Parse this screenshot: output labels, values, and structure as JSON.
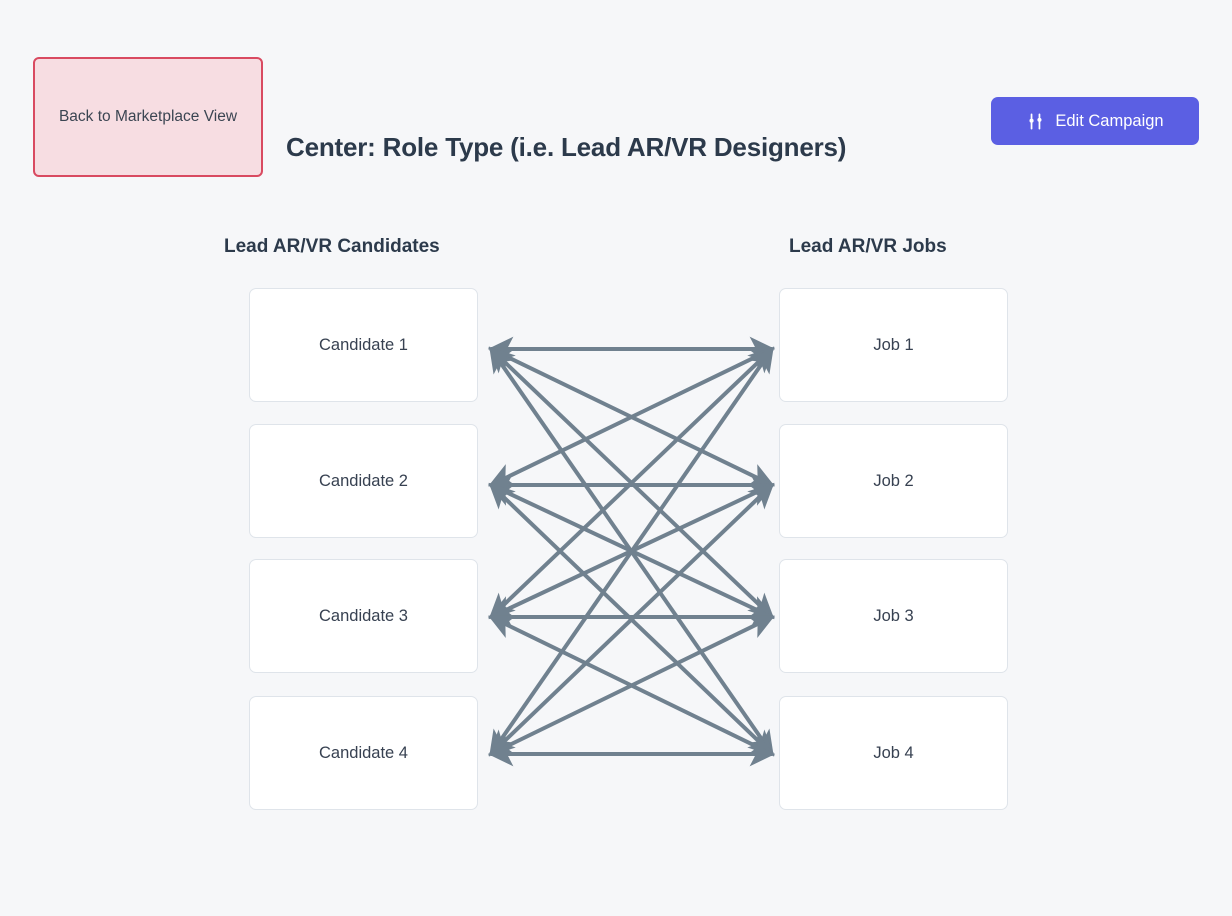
{
  "page": {
    "background_color": "#f6f7f9",
    "title": "Center: Role Type (i.e. Lead AR/VR Designers)"
  },
  "back_button": {
    "label": "Back to Marketplace View",
    "background_color": "#f7dde2",
    "border_color": "#d94a61",
    "text_color": "#3b4552"
  },
  "edit_campaign_button": {
    "label": "Edit Campaign",
    "icon": "sliders-icon",
    "background_color": "#5b5fe3",
    "text_color": "#ffffff"
  },
  "diagram": {
    "left_column": {
      "heading": "Lead AR/VR Candidates",
      "nodes": [
        {
          "label": "Candidate 1"
        },
        {
          "label": "Candidate 2"
        },
        {
          "label": "Candidate 3"
        },
        {
          "label": "Candidate 4"
        }
      ]
    },
    "right_column": {
      "heading": "Lead AR/VR Jobs",
      "nodes": [
        {
          "label": "Job 1"
        },
        {
          "label": "Job 2"
        },
        {
          "label": "Job 3"
        },
        {
          "label": "Job 4"
        }
      ]
    },
    "edge_color": "#70818f",
    "edge_style": "double-headed-arrow",
    "edges": [
      {
        "from": "Candidate 1",
        "to": "Job 1"
      },
      {
        "from": "Candidate 1",
        "to": "Job 2"
      },
      {
        "from": "Candidate 1",
        "to": "Job 3"
      },
      {
        "from": "Candidate 1",
        "to": "Job 4"
      },
      {
        "from": "Candidate 2",
        "to": "Job 1"
      },
      {
        "from": "Candidate 2",
        "to": "Job 2"
      },
      {
        "from": "Candidate 2",
        "to": "Job 3"
      },
      {
        "from": "Candidate 2",
        "to": "Job 4"
      },
      {
        "from": "Candidate 3",
        "to": "Job 1"
      },
      {
        "from": "Candidate 3",
        "to": "Job 2"
      },
      {
        "from": "Candidate 3",
        "to": "Job 3"
      },
      {
        "from": "Candidate 3",
        "to": "Job 4"
      },
      {
        "from": "Candidate 4",
        "to": "Job 1"
      },
      {
        "from": "Candidate 4",
        "to": "Job 2"
      },
      {
        "from": "Candidate 4",
        "to": "Job 3"
      },
      {
        "from": "Candidate 4",
        "to": "Job 4"
      }
    ]
  }
}
